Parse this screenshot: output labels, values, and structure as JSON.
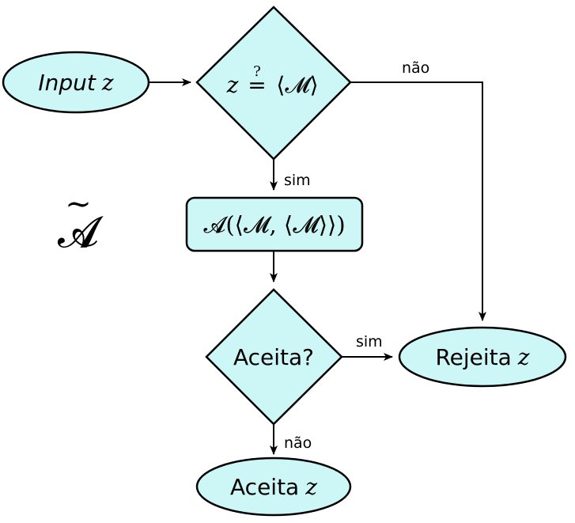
{
  "nodes": {
    "input": {
      "word": "Input",
      "var": "z"
    },
    "decision1": {
      "lhs": "z",
      "qmark": "?",
      "eq": "=",
      "rhs": "⟨𝓜⟩"
    },
    "process": {
      "text": "𝓐(⟨𝓜, ⟨𝓜⟩⟩)"
    },
    "decision2": {
      "text": "Aceita?"
    },
    "reject": {
      "word": "Rejeita",
      "var": "z"
    },
    "accept": {
      "word": "Aceita",
      "var": "z"
    }
  },
  "edges": {
    "d1_no": "não",
    "d1_yes": "sim",
    "d2_yes": "sim",
    "d2_no": "não"
  },
  "machine_label": {
    "symbol": "𝓐",
    "accent": "~"
  }
}
